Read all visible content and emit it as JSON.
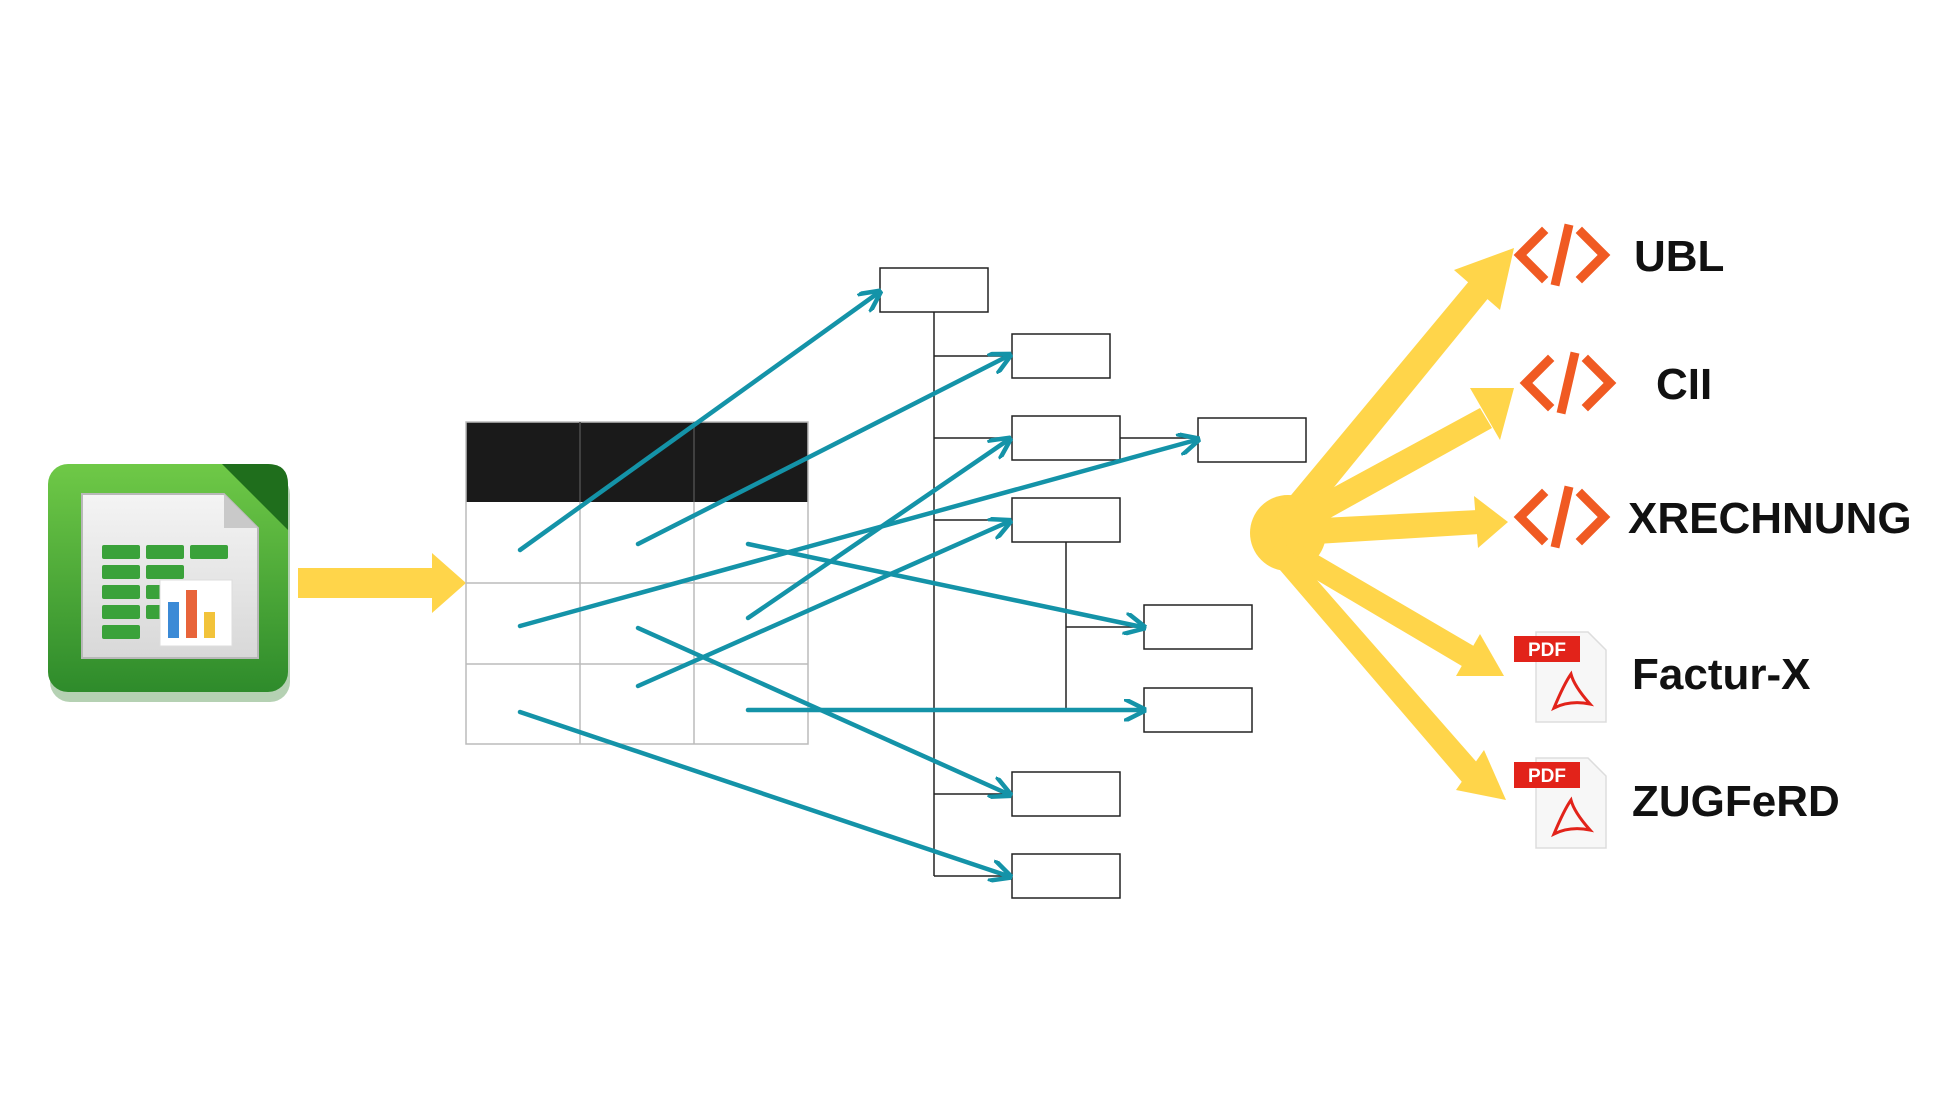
{
  "colors": {
    "background": "#ffffff",
    "flow_arrow": "#ffd54a",
    "mapping_arrow": "#1493a8",
    "code_icon": "#f05a22",
    "pdf_badge": "#e2231a",
    "table_header": "#1a1a1a",
    "spreadsheet_green": "#3fa535"
  },
  "source": {
    "icon": "spreadsheet-icon"
  },
  "formats": [
    {
      "label": "UBL",
      "icon": "code-icon"
    },
    {
      "label": "CII",
      "icon": "code-icon"
    },
    {
      "label": "XRECHNUNG",
      "icon": "code-icon"
    },
    {
      "label": "Factur-X",
      "icon": "pdf-icon",
      "badge": "PDF"
    },
    {
      "label": "ZUGFeRD",
      "icon": "pdf-icon",
      "badge": "PDF"
    }
  ]
}
